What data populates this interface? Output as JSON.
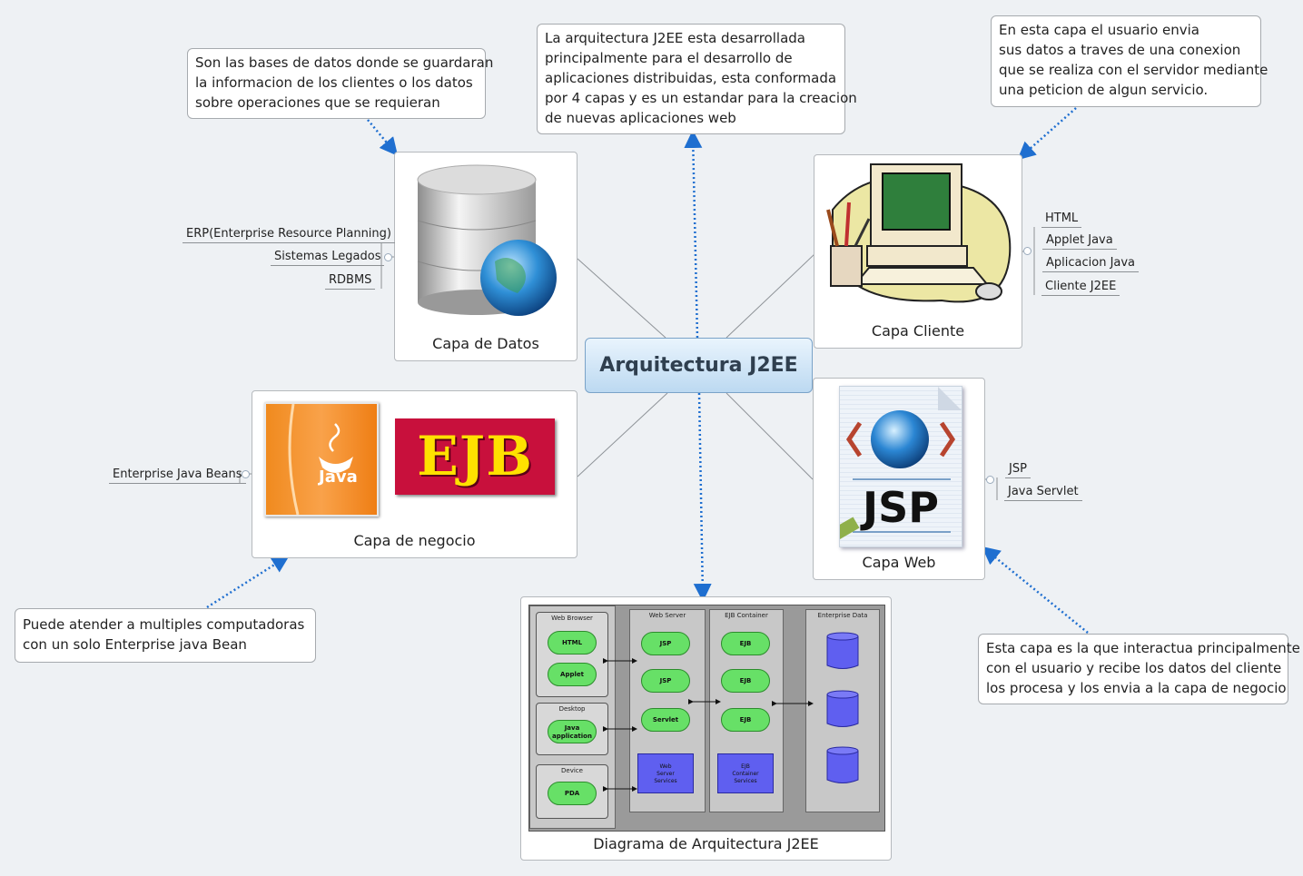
{
  "central": {
    "title": "Arquitectura J2EE"
  },
  "notes": {
    "datos": [
      "Son las bases de datos donde se guardaran",
      "la informacion de los clientes o los datos",
      "sobre operaciones que se requieran"
    ],
    "arquitectura": [
      "La arquitectura J2EE esta desarrollada",
      "principalmente para el desarrollo de",
      "aplicaciones distribuidas, esta conformada",
      "por 4 capas y es un estandar para la creacion",
      "de nuevas aplicaciones web"
    ],
    "cliente": [
      "En esta capa el usuario envia",
      "sus datos a traves de una conexion",
      "que se realiza con el servidor mediante",
      "una peticion de algun servicio."
    ],
    "negocio": [
      "Puede atender a multiples computadoras",
      "con un solo Enterprise java Bean"
    ],
    "web": [
      "Esta capa es la que interactua principalmente",
      "con el usuario y recibe los datos del cliente",
      "los procesa y los envia a la capa de negocio"
    ]
  },
  "topics": {
    "datos": {
      "label": "Capa de Datos",
      "leaves": [
        "ERP(Enterprise Resource Planning)",
        "Sistemas Legados",
        "RDBMS"
      ]
    },
    "cliente": {
      "label": "Capa Cliente",
      "leaves": [
        "HTML",
        "Applet Java",
        "Aplicacion Java",
        "Cliente J2EE"
      ]
    },
    "negocio": {
      "label": "Capa de negocio",
      "leaves": [
        "Enterprise Java Beans"
      ],
      "logo_java": "Java",
      "logo_ejb": "EJB"
    },
    "web": {
      "label": "Capa Web",
      "leaves": [
        "JSP",
        "Java Servlet"
      ],
      "logo_jsp": "JSP"
    },
    "diagrama": {
      "label": "Diagrama de Arquitectura J2EE",
      "columns": [
        "Web Browser",
        "Web Server",
        "EJB Container",
        "Enterprise Data"
      ],
      "subgroups": [
        "Desktop",
        "Device"
      ],
      "browser_items": [
        "HTML",
        "Applet"
      ],
      "desktop_item": [
        "Java",
        "application"
      ],
      "device_item": "PDA",
      "server_items": [
        "JSP",
        "JSP",
        "Servlet"
      ],
      "server_services": [
        "Web",
        "Server",
        "Services"
      ],
      "ejb_items": [
        "EJB",
        "EJB",
        "EJB"
      ],
      "ejb_services": [
        "EJB",
        "Container",
        "Services"
      ]
    }
  },
  "colors": {
    "connector": "#8e9398",
    "dotted_arrow": "#1f6fd0",
    "central_fill": "#cfe6fa",
    "ejb_red": "#c8103c",
    "ejb_yellow": "#ffe100",
    "java_orange": "#f5891f"
  }
}
